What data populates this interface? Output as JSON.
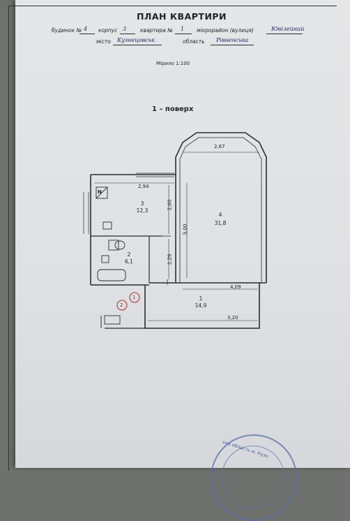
{
  "header": {
    "title": "ПЛАН КВАРТИРИ",
    "building_label": "будинок №",
    "building_value": "4",
    "block_label": "корпус",
    "block_value": "3",
    "apartment_label": "квартира №",
    "apartment_value": "1",
    "district_label": "мікрорайон (вулиця)",
    "district_value": "Ювілейний",
    "city_label": "місто",
    "city_value": "Кузнецовськ",
    "region_label": "область",
    "region_value": "Рівненська",
    "scale": "Мірило 1:100",
    "floor": "1 – поверх"
  },
  "plan": {
    "north_symbol": "N",
    "dimensions": {
      "bay_width": "2,67",
      "kitchen_width": "2,94",
      "kitchen_side": "2,60",
      "living_depth": "5,00",
      "bath_side": "2,29",
      "hall_width": "4,09",
      "bottom_width": "3,20"
    },
    "rooms": [
      {
        "number": "3",
        "area": "12,3"
      },
      {
        "number": "4",
        "area": "31,8"
      },
      {
        "number": "2",
        "area": "6,1"
      },
      {
        "number": "1",
        "area": "14,9"
      }
    ],
    "markers": [
      "1",
      "2"
    ],
    "colors": {
      "line": "#2a2d31",
      "marker": "#b03a3a"
    }
  },
  "stamp": {
    "text": "ька область м. Кузн"
  }
}
